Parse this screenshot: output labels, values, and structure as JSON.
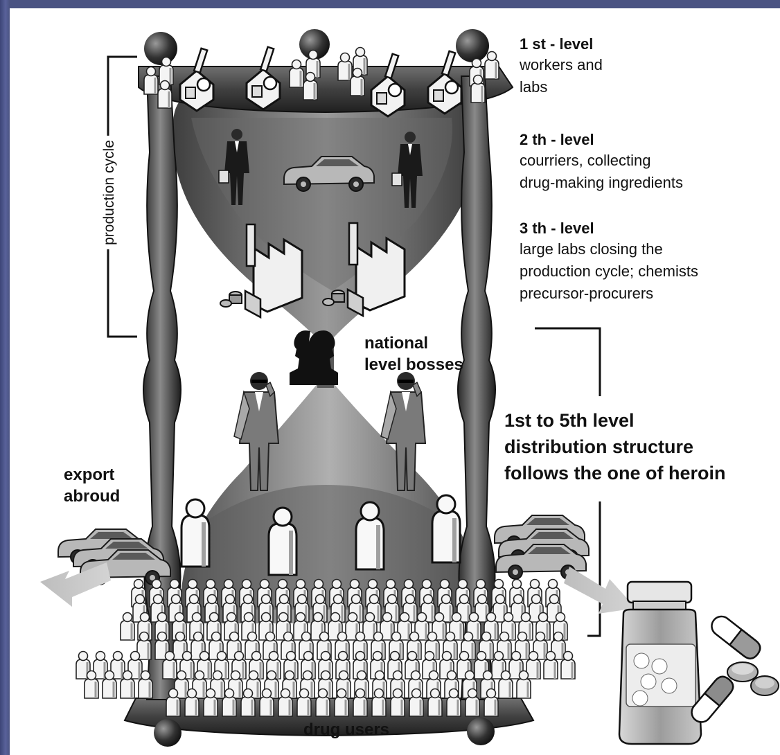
{
  "diagram": {
    "side_label": "production cycle",
    "levels": [
      {
        "title": "1 st - level",
        "description": "workers and\nlabs"
      },
      {
        "title": "2 th - level",
        "description": "courriers, collecting\ndrug-making ingredients"
      },
      {
        "title": "3 th - level",
        "description": "large labs closing the\nproduction cycle; chemists\nprecursor-procurers"
      }
    ],
    "bosses_label": "national\nlevel bosses",
    "distribution_label": "1st to 5th level\ndistribution structure\nfollows the one of heroin",
    "export_label": "export\nabroud",
    "users_label": "drug users"
  }
}
